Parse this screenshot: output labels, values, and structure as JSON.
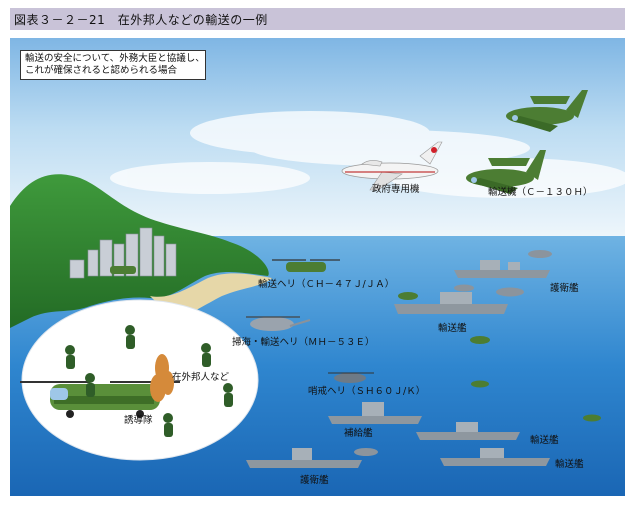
{
  "title": "図表３－２－21　在外邦人などの輸送の一例",
  "note": {
    "line1": "輸送の安全について、外務大臣と協議し、",
    "line2": "これが確保されると認められる場合"
  },
  "labels": {
    "gov_plane": "政府専用機",
    "c130": "輸送機（Ｃ－１３０Ｈ）",
    "ch47": "輸送ヘリ（ＣＨ－４７Ｊ/ＪＡ）",
    "mh53": "掃海・輸送ヘリ（ＭＨ－５３Ｅ）",
    "sh60": "哨戒ヘリ（ＳＨ６０Ｊ/Ｋ）",
    "escort_top": "護衛艦",
    "transport_ship": "輸送艦",
    "supply_ship": "補給艦",
    "transport_ship_2": "輸送艦",
    "transport_ship_3": "輸送艦",
    "escort_bottom": "護衛艦",
    "citizens": "在外邦人など",
    "escort_unit": "誘導隊"
  }
}
